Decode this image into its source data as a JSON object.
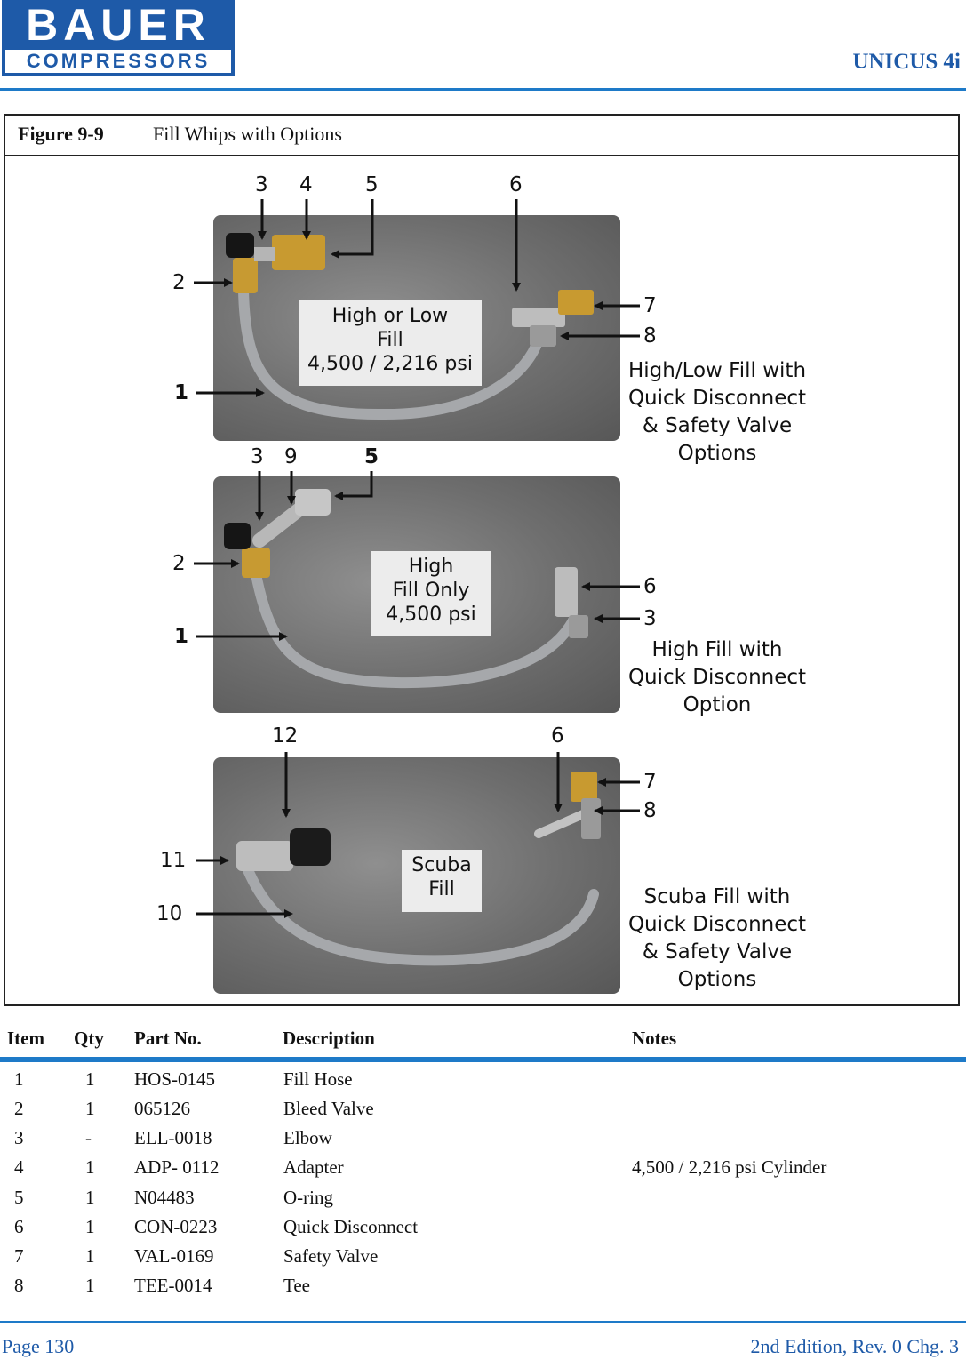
{
  "header": {
    "logo_top": "BAUER",
    "logo_bottom": "COMPRESSORS",
    "doc_title": "UNICUS 4i"
  },
  "figure": {
    "label": "Figure 9-9",
    "title": "Fill Whips with Options",
    "panels": [
      {
        "photo_label": [
          "High or Low",
          "Fill",
          "4,500 / 2,216 psi"
        ],
        "caption": [
          "High/Low Fill with",
          "Quick Disconnect",
          "& Safety Valve",
          "Options"
        ],
        "callouts": [
          "3",
          "4",
          "5",
          "6",
          "2",
          "7",
          "8",
          "1"
        ]
      },
      {
        "photo_label": [
          "High",
          "Fill Only",
          "4,500 psi"
        ],
        "caption": [
          "High Fill with",
          "Quick Disconnect",
          "Option"
        ],
        "callouts": [
          "3",
          "9",
          "5",
          "2",
          "6",
          "3",
          "1"
        ]
      },
      {
        "photo_label": [
          "Scuba",
          "Fill"
        ],
        "caption": [
          "Scuba Fill with",
          "Quick Disconnect",
          "& Safety Valve",
          "Options"
        ],
        "callouts": [
          "12",
          "6",
          "7",
          "8",
          "11",
          "10"
        ]
      }
    ]
  },
  "parts_table": {
    "headers": {
      "item": "Item",
      "qty": "Qty",
      "part_no": "Part No.",
      "description": "Description",
      "notes": "Notes"
    },
    "rows": [
      {
        "item": "1",
        "qty": "1",
        "part_no": "HOS-0145",
        "description": "Fill Hose",
        "notes": ""
      },
      {
        "item": "2",
        "qty": "1",
        "part_no": "065126",
        "description": "Bleed Valve",
        "notes": ""
      },
      {
        "item": "3",
        "qty": "-",
        "part_no": "ELL-0018",
        "description": "Elbow",
        "notes": ""
      },
      {
        "item": "4",
        "qty": "1",
        "part_no": "ADP- 0112",
        "description": "Adapter",
        "notes": "4,500 / 2,216 psi Cylinder"
      },
      {
        "item": "5",
        "qty": "1",
        "part_no": "N04483",
        "description": "O-ring",
        "notes": ""
      },
      {
        "item": "6",
        "qty": "1",
        "part_no": "CON-0223",
        "description": "Quick Disconnect",
        "notes": ""
      },
      {
        "item": "7",
        "qty": "1",
        "part_no": "VAL-0169",
        "description": "Safety Valve",
        "notes": ""
      },
      {
        "item": "8",
        "qty": "1",
        "part_no": "TEE-0014",
        "description": "Tee",
        "notes": ""
      }
    ]
  },
  "footer": {
    "page": "Page 130",
    "edition": "2nd Edition, Rev. 0 Chg. 3"
  }
}
